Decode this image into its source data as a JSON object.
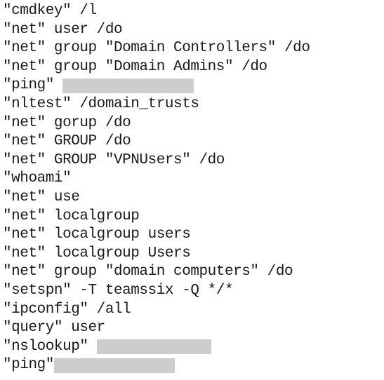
{
  "lines": [
    {
      "text": "\"cmdkey\" /l"
    },
    {
      "text": "\"net\" user /do"
    },
    {
      "text": "\"net\" group \"Domain Controllers\" /do"
    },
    {
      "text": "\"net\" group \"Domain Admins\" /do"
    },
    {
      "text": "\"ping\" ",
      "redacted": true
    },
    {
      "text": "\"nltest\" /domain_trusts"
    },
    {
      "text": "\"net\" gorup /do"
    },
    {
      "text": "\"net\" GROUP /do"
    },
    {
      "text": "\"net\" GROUP \"VPNUsers\" /do"
    },
    {
      "text": "\"whoami\""
    },
    {
      "text": "\"net\" use"
    },
    {
      "text": "\"net\" localgroup"
    },
    {
      "text": "\"net\" localgroup users"
    },
    {
      "text": "\"net\" localgroup Users"
    },
    {
      "text": "\"net\" group \"domain computers\" /do"
    },
    {
      "text": "\"setspn\" -T teamssix -Q */*"
    },
    {
      "text": "\"ipconfig\" /all"
    },
    {
      "text": "\"query\" user"
    },
    {
      "text": "\"nslookup\" ",
      "redacted": true
    },
    {
      "text": "\"ping\"",
      "redacted": true
    }
  ],
  "redaction_color": "#cdcdcd"
}
